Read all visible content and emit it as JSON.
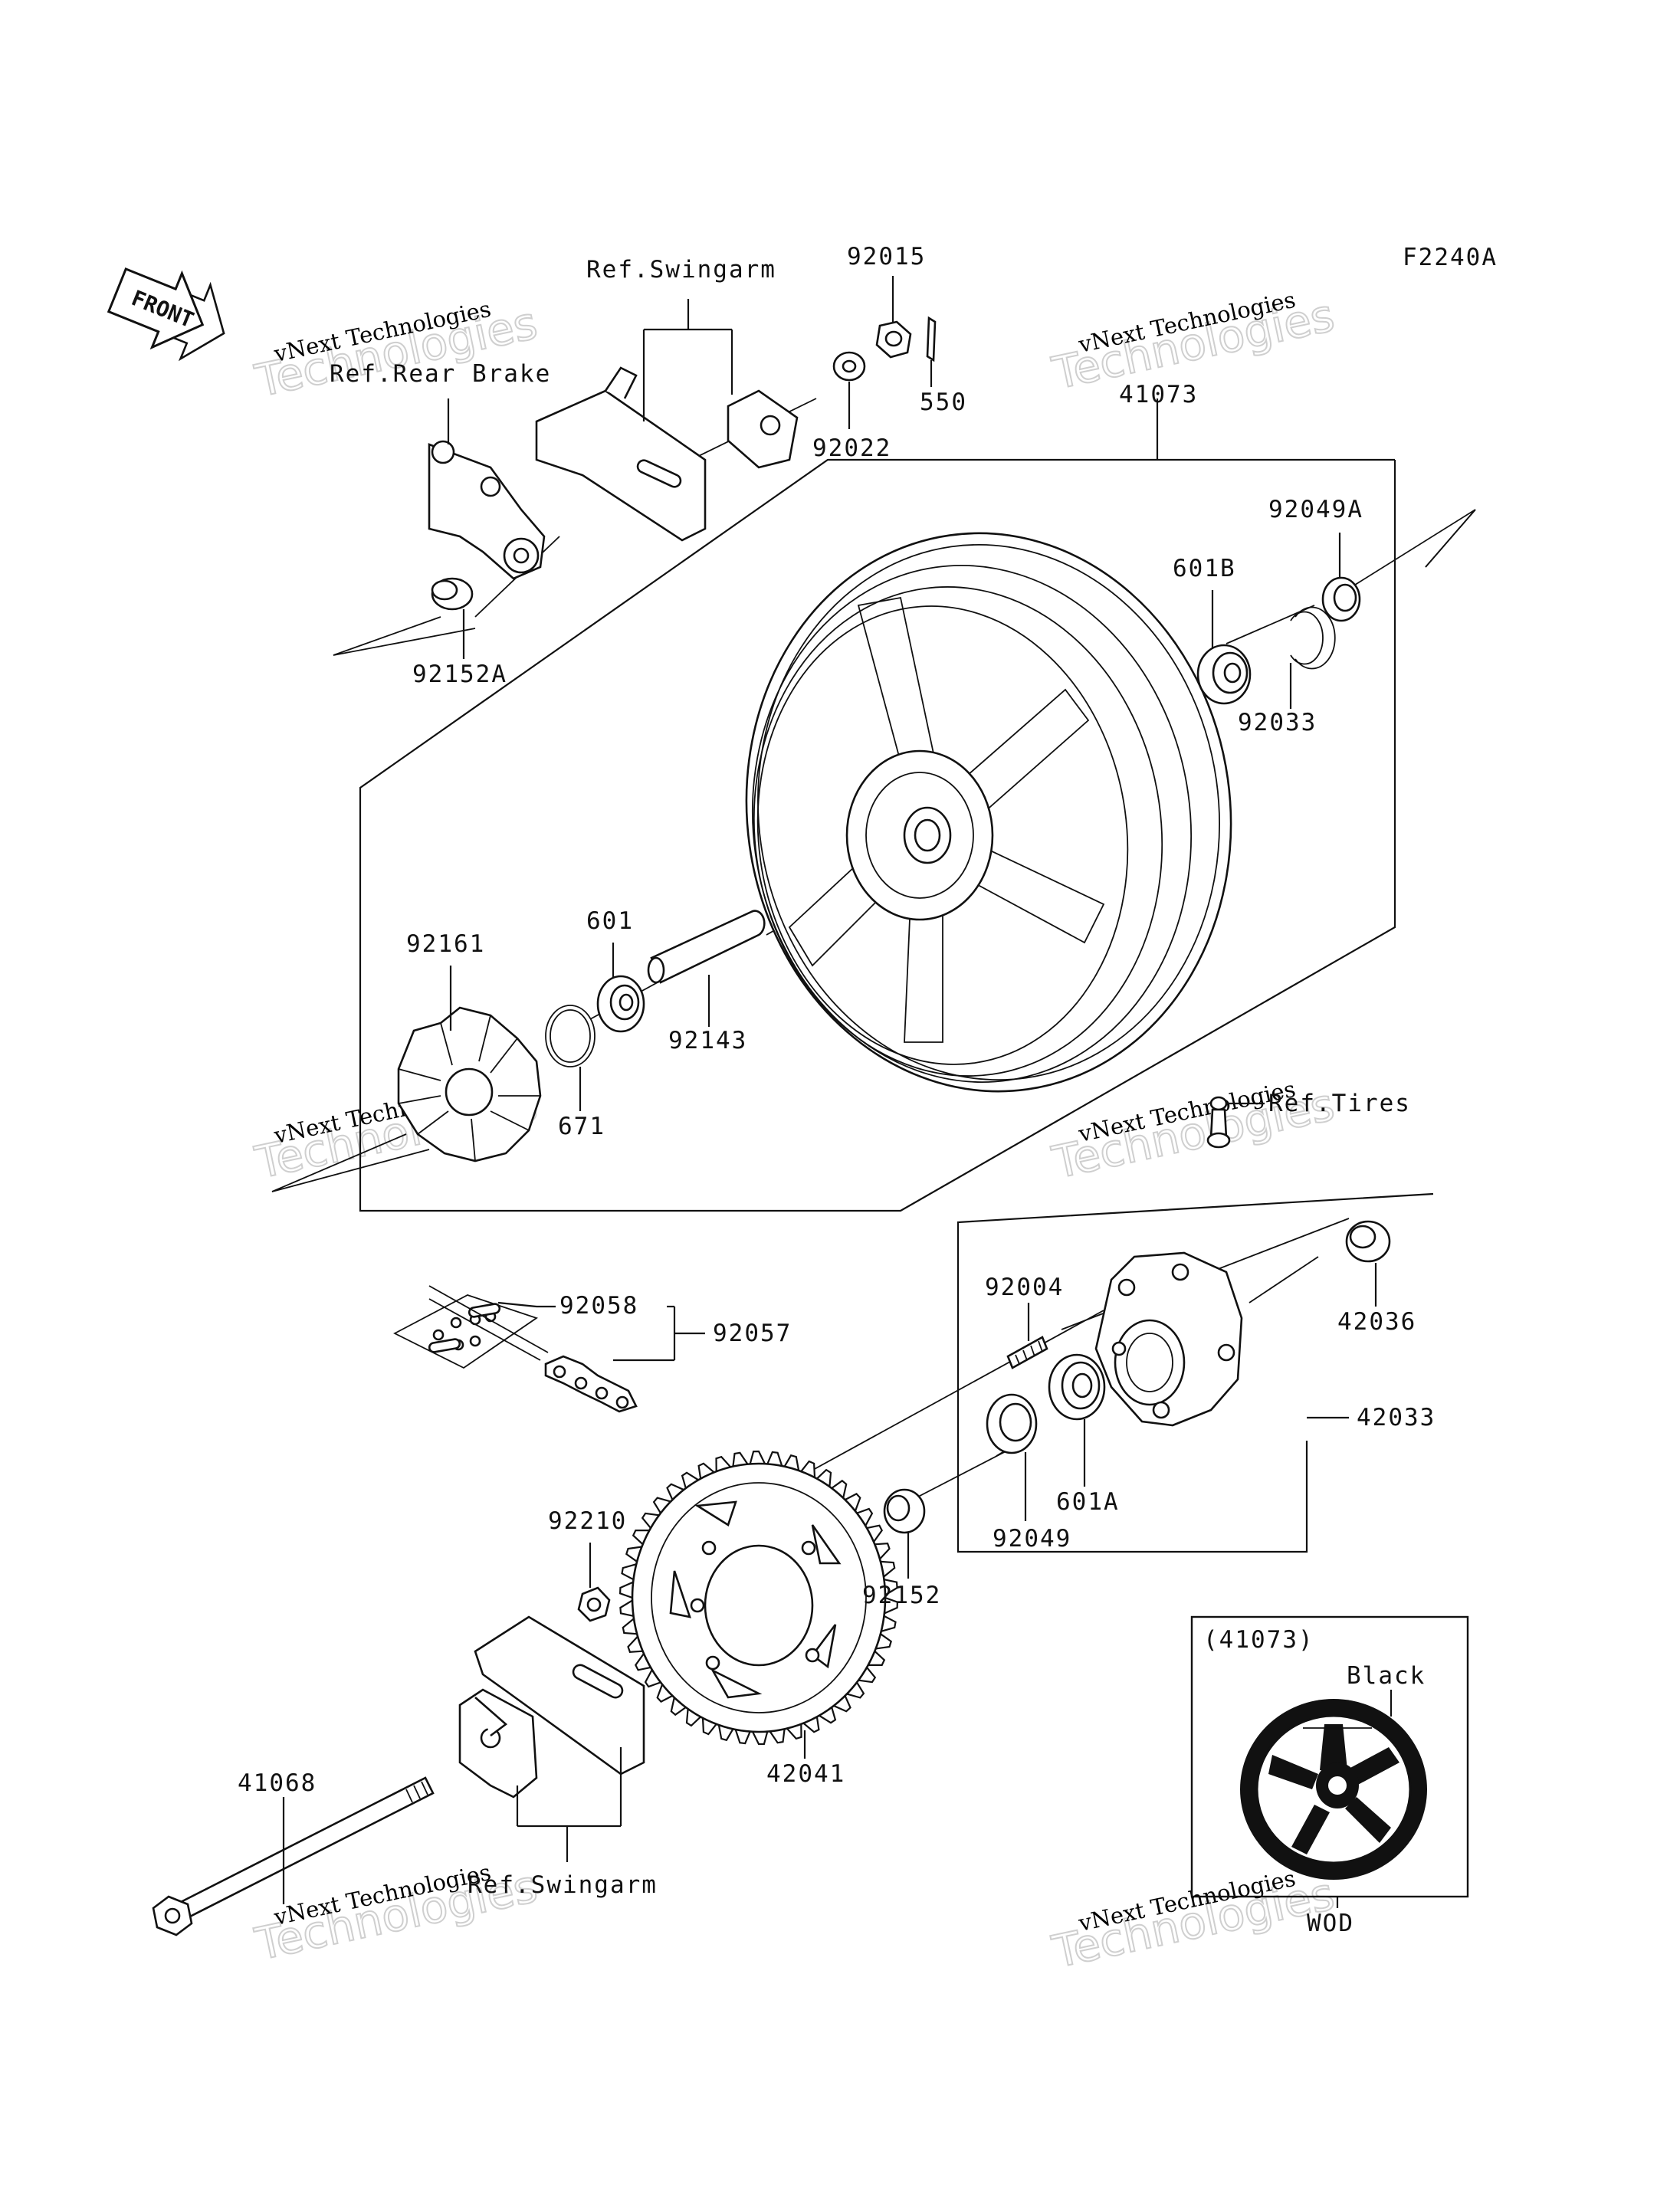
{
  "diagram_code": "F2240A",
  "direction_marker": "FRONT",
  "references": {
    "swingarm_top": "Ref.Swingarm",
    "rear_brake": "Ref.Rear Brake",
    "tires": "Ref.Tires",
    "swingarm_bottom": "Ref.Swingarm"
  },
  "parts": [
    "92015",
    "550",
    "92022",
    "41073",
    "92049A",
    "601B",
    "92033",
    "92152A",
    "92161",
    "601",
    "92143",
    "671",
    "92004",
    "42036",
    "92058",
    "92057",
    "42033",
    "601A",
    "92049",
    "92210",
    "92152",
    "42041",
    "41068"
  ],
  "inset": {
    "part_ref": "(41073)",
    "color": "Black",
    "code": "WOD"
  },
  "watermark": {
    "line1": "vNext Technologies",
    "line2": "Technologies"
  }
}
